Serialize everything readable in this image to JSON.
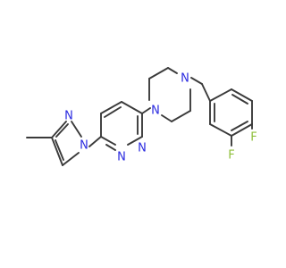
{
  "molecule": {
    "atoms": {
      "n_pyrazole_1": "N",
      "n_pyrazole_2": "N",
      "n_pyridazine_1": "N",
      "n_pyridazine_2": "N",
      "n_piperazine_1": "N",
      "n_piperazine_2": "N",
      "f_1": "F",
      "f_2": "F"
    },
    "colors": {
      "nitrogen": "#2a2ae0",
      "fluorine": "#8fbf3a",
      "bond": "#3a3a3a"
    }
  }
}
